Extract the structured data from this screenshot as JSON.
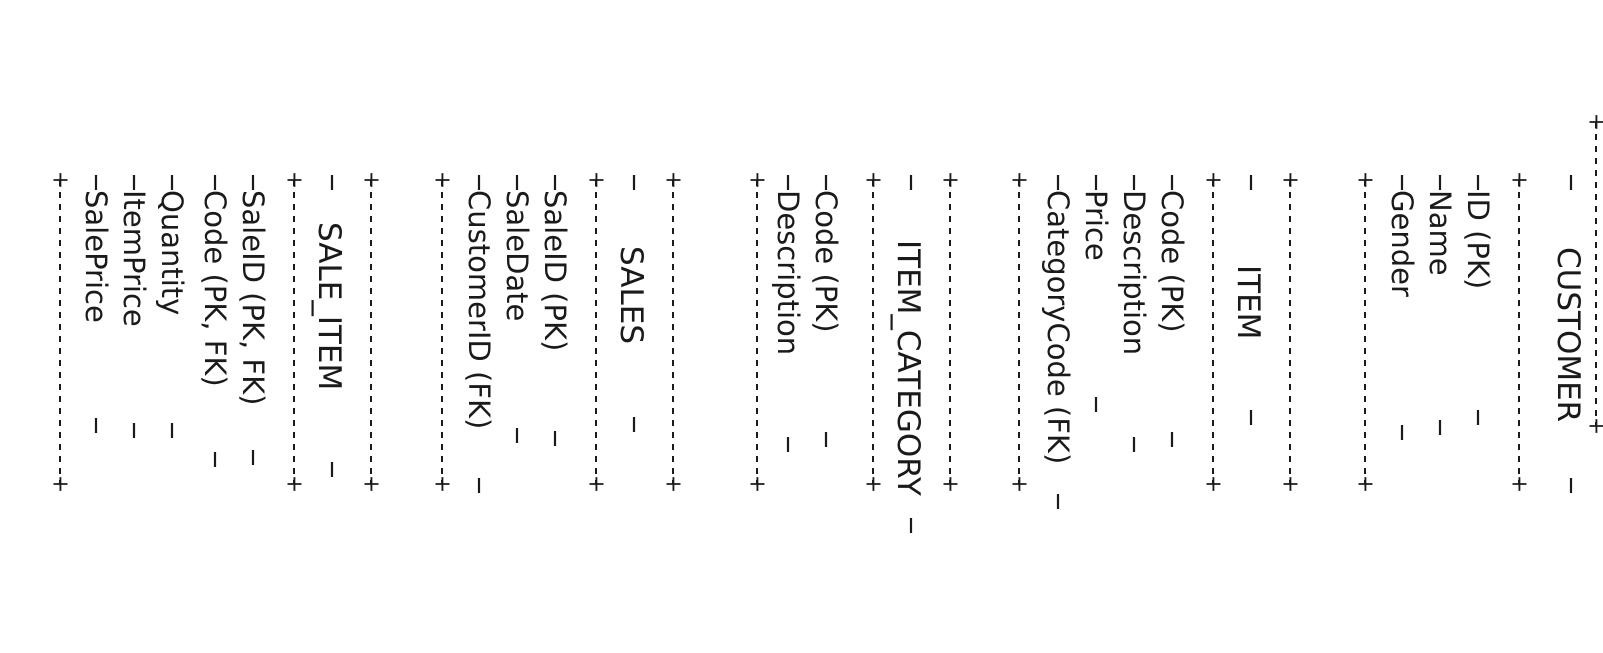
{
  "entities": [
    {
      "name": "CUSTOMER",
      "fields": [
        "ID (PK)",
        "Name",
        "Gender"
      ]
    },
    {
      "name": "ITEM",
      "fields": [
        "Code (PK)",
        "Description",
        "Price",
        "CategoryCode (FK)"
      ]
    },
    {
      "name": "ITEM_CATEGORY",
      "fields": [
        "Code (PK)",
        "Description"
      ]
    },
    {
      "name": "SALES",
      "fields": [
        "SaleID (PK)",
        "SaleDate",
        "CustomerID (FK)"
      ]
    },
    {
      "name": "SALE_ITEM",
      "fields": [
        "SaleID (PK, FK)",
        "Code (PK, FK)",
        "Quantity",
        "ItemPrice",
        "SalePrice"
      ]
    }
  ],
  "glyphs": {
    "corner": "+",
    "edge": "|"
  }
}
